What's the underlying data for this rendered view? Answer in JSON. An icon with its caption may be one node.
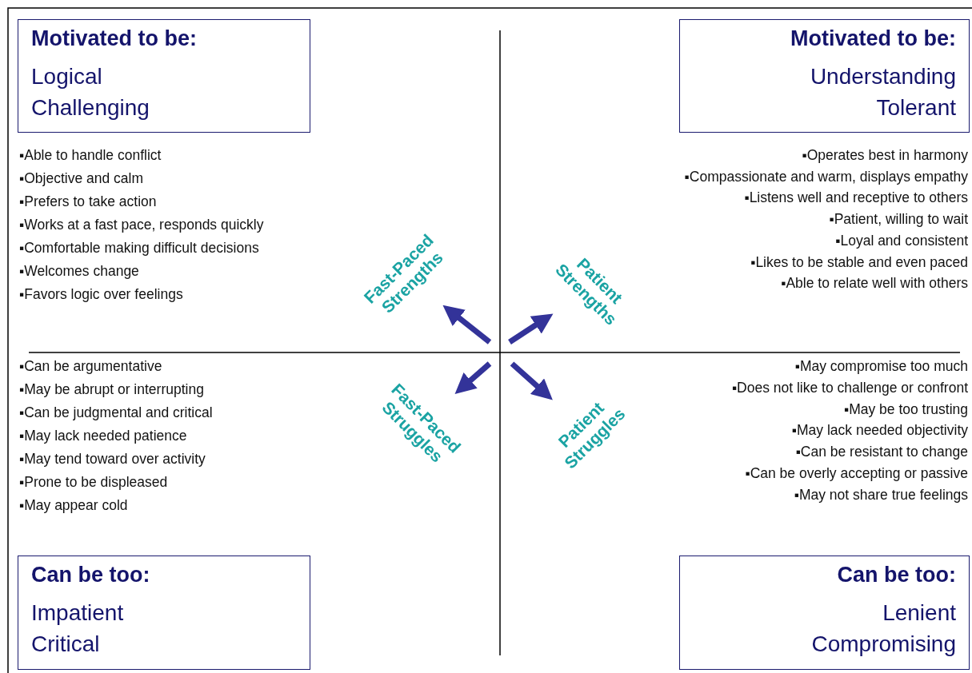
{
  "diagram": {
    "nodes": [
      {
        "text": [
          "Motivated to be:",
          "Logical Challenging"
        ]
      },
      {
        "text": [
          "Motivated to be:",
          "Understanding Tolerant"
        ]
      },
      {
        "text": [
          "Can be too:",
          "Impatient Critical"
        ]
      },
      {
        "text": [
          "Can be too:",
          "Lenient Compromising"
        ]
      },
      {
        "text": [
          "Fast-Paced Strengths"
        ]
      },
      {
        "text": [
          "Patient Strengths"
        ]
      },
      {
        "text": [
          "Fast-Paced Struggles"
        ]
      },
      {
        "text": [
          "Patient Struggles"
        ]
      }
    ],
    "edges": [
      {
        "from": null,
        "to": 4,
        "arrow": "to"
      },
      {
        "from": null,
        "to": 5,
        "arrow": "to"
      },
      {
        "from": null,
        "to": 6,
        "arrow": "to"
      },
      {
        "from": null,
        "to": 7,
        "arrow": "to"
      }
    ],
    "labels": [
      "▪Able to handle conflict",
      "▪Objective and calm",
      "▪Prefers to take action",
      "▪Works at a fast pace, responds quickly",
      "▪Comfortable making difficult decisions",
      "▪Welcomes change",
      "▪Favors logic over feelings",
      "▪Operates best in harmony",
      "▪Compassionate and warm, displays empathy",
      "▪Listens well and receptive to others",
      "▪Patient, willing to wait",
      "▪Loyal and consistent",
      "▪Likes to be stable and even paced",
      "▪Able to relate well with others",
      "▪Can be argumentative",
      "▪May be abrupt or interrupting",
      "▪Can be judgmental and critical",
      "▪May lack needed patience",
      "▪May tend toward over activity",
      "▪Prone to be displeased",
      "▪May appear cold",
      "▪May compromise too much",
      "▪Does not like to challenge or confront",
      "▪May be too trusting",
      "▪May lack needed objectivity",
      "▪Can be resistant to change",
      "▪Can be overly accepting or passive",
      "▪May not share true feelings"
    ]
  }
}
